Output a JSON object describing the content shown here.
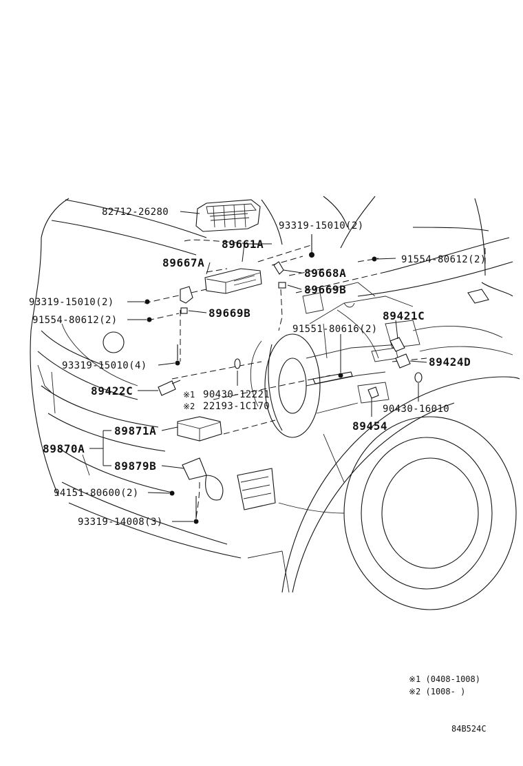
{
  "callouts": {
    "p82712": "82712-26280",
    "p93319_top": "93319-15010(2)",
    "p89661A": "89661A",
    "p91554_right": "91554-80612(2)",
    "p89667A": "89667A",
    "p89668A": "89668A",
    "p89669B_right": "89669B",
    "p93319_left": "93319-15010(2)",
    "p89669B_left": "89669B",
    "p91554_left": "91554-80612(2)",
    "p89421C": "89421C",
    "p91551": "91551-80616(2)",
    "p89424D": "89424D",
    "p93319_4": "93319-15010(4)",
    "p89422C": "89422C",
    "p90430_12221": "90430-12221",
    "p22193": "22193-1C170",
    "mark1": "※1",
    "mark2": "※2",
    "p90430_16010": "90430-16010",
    "p89454": "89454",
    "p89871A": "89871A",
    "p89870A": "89870A",
    "p89879B": "89879B",
    "p94151": "94151-80600(2)",
    "p93319_14008": "93319-14008(3)"
  },
  "legend": {
    "note1": "※1 (0408-1008)",
    "note2": "※2 (1008-     )"
  },
  "figure_code": "84B524C"
}
